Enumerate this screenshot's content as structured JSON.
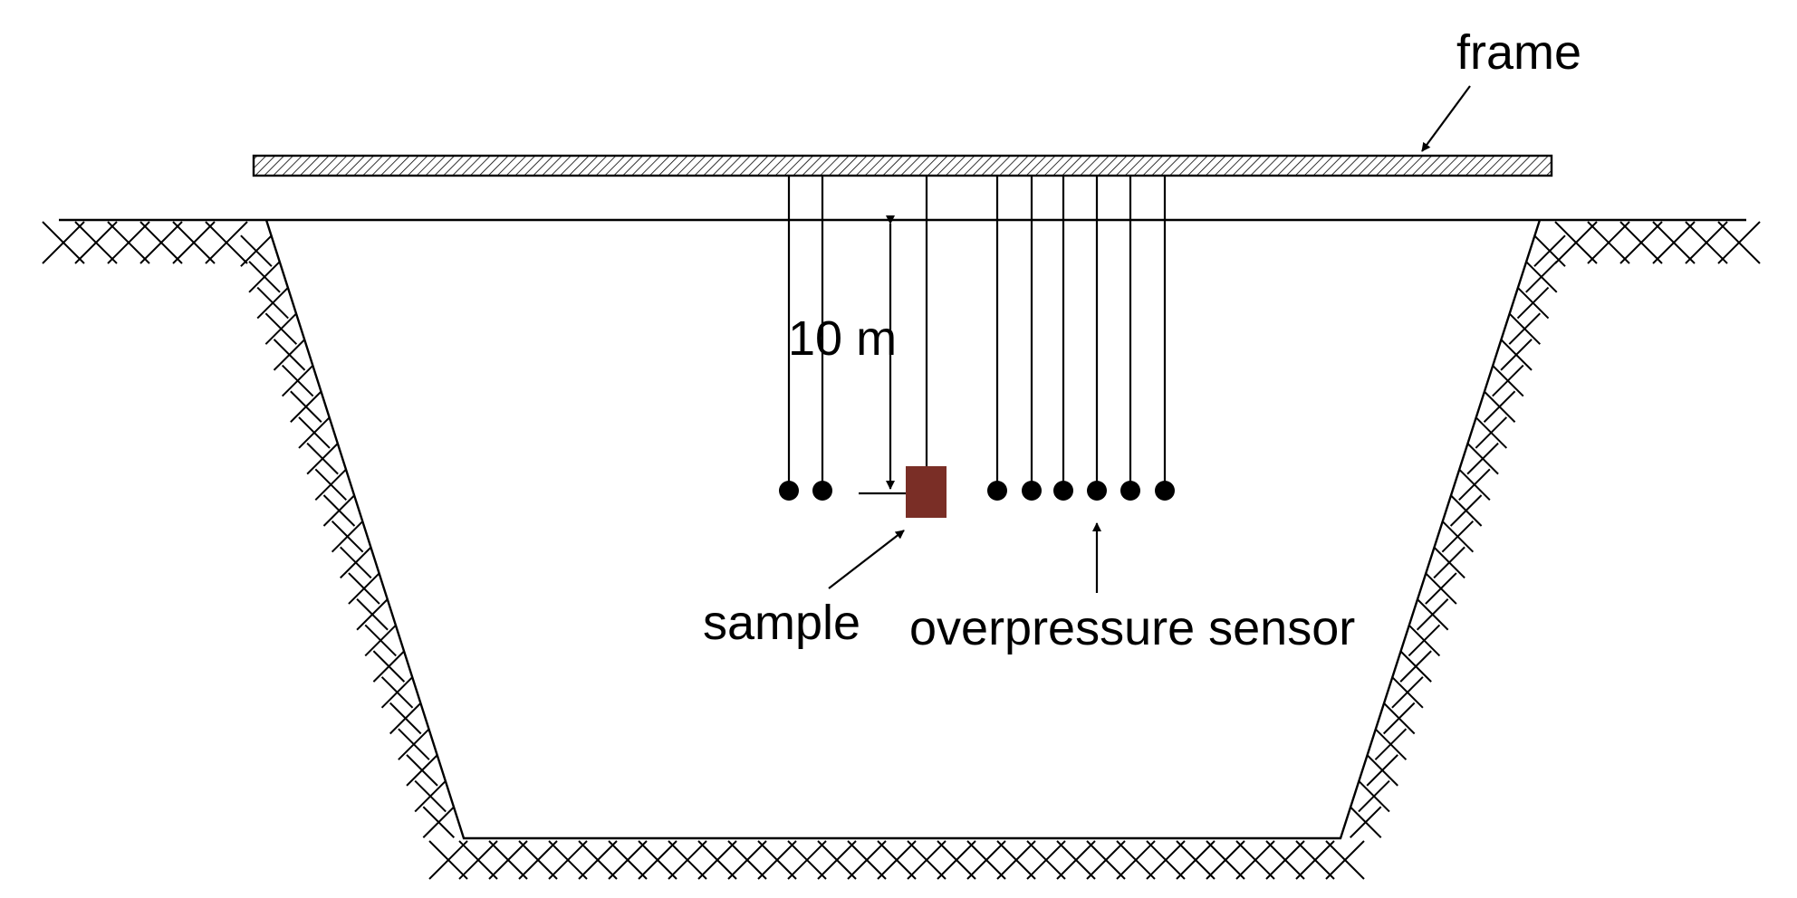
{
  "labels": {
    "frame": "frame",
    "depth": "10 m",
    "sample": "sample",
    "sensor": "overpressure sensor"
  },
  "colors": {
    "line": "#000000",
    "sample_fill": "#7a2e26",
    "background": "#ffffff"
  },
  "sensor_count": 8
}
